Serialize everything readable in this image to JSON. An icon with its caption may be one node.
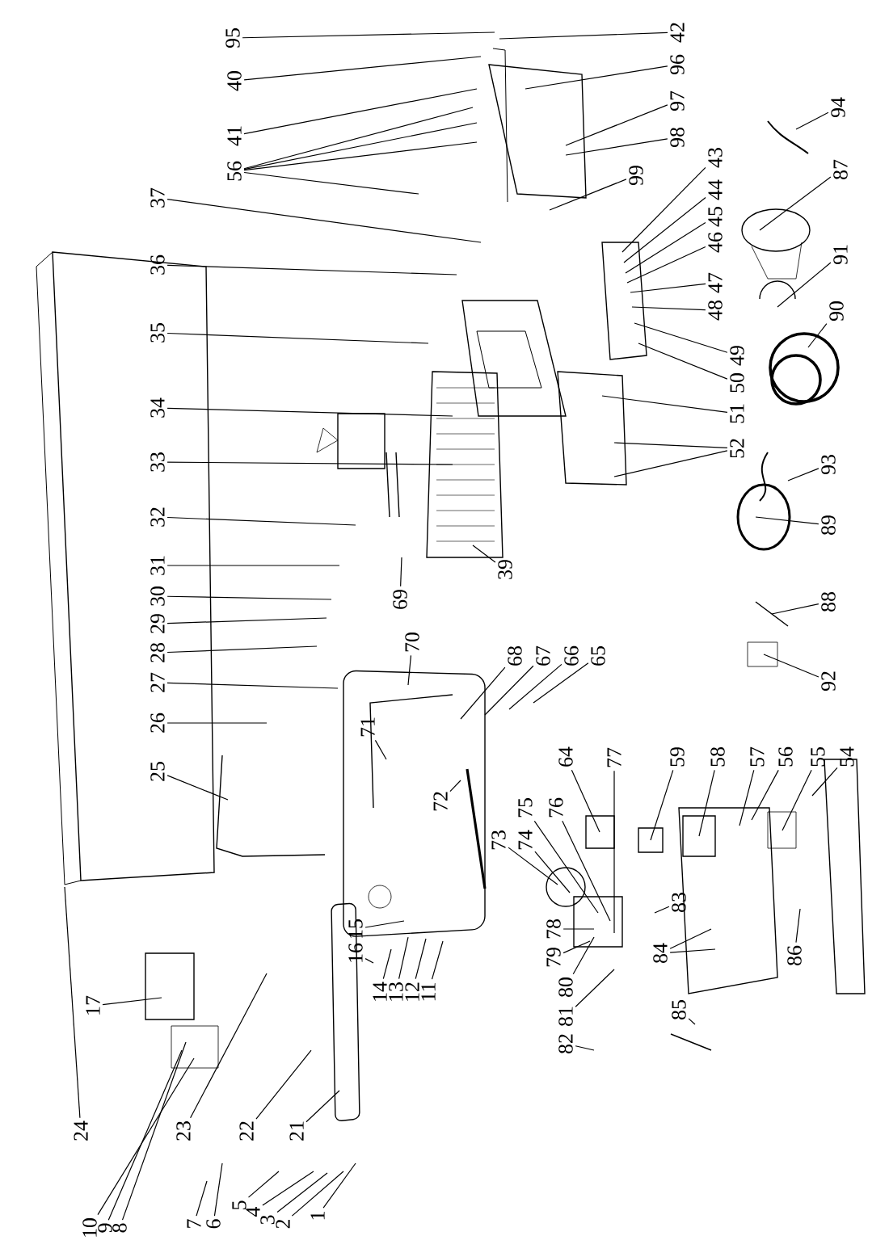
{
  "diagram": {
    "nodes": [
      {
        "text": [
          "1"
        ]
      },
      {
        "text": [
          "2"
        ]
      },
      {
        "text": [
          "3"
        ]
      },
      {
        "text": [
          "4"
        ]
      },
      {
        "text": [
          "5"
        ]
      },
      {
        "text": [
          "6"
        ]
      },
      {
        "text": [
          "7"
        ]
      },
      {
        "text": [
          "8"
        ]
      },
      {
        "text": [
          "9"
        ]
      },
      {
        "text": [
          "10"
        ]
      },
      {
        "text": [
          "11"
        ]
      },
      {
        "text": [
          "12"
        ]
      },
      {
        "text": [
          "13"
        ]
      },
      {
        "text": [
          "14"
        ]
      },
      {
        "text": [
          "15"
        ]
      },
      {
        "text": [
          "16"
        ]
      },
      {
        "text": [
          "17"
        ]
      },
      {
        "text": [
          "21"
        ]
      },
      {
        "text": [
          "22"
        ]
      },
      {
        "text": [
          "23"
        ]
      },
      {
        "text": [
          "24"
        ]
      },
      {
        "text": [
          "25"
        ]
      },
      {
        "text": [
          "26"
        ]
      },
      {
        "text": [
          "27"
        ]
      },
      {
        "text": [
          "28"
        ]
      },
      {
        "text": [
          "29"
        ]
      },
      {
        "text": [
          "30"
        ]
      },
      {
        "text": [
          "31"
        ]
      },
      {
        "text": [
          "32"
        ]
      },
      {
        "text": [
          "33"
        ]
      },
      {
        "text": [
          "34"
        ]
      },
      {
        "text": [
          "35"
        ]
      },
      {
        "text": [
          "36"
        ]
      },
      {
        "text": [
          "37"
        ]
      },
      {
        "text": [
          "39"
        ]
      },
      {
        "text": [
          "40"
        ]
      },
      {
        "text": [
          "41"
        ]
      },
      {
        "text": [
          "42"
        ]
      },
      {
        "text": [
          "43"
        ]
      },
      {
        "text": [
          "44"
        ]
      },
      {
        "text": [
          "45"
        ]
      },
      {
        "text": [
          "46"
        ]
      },
      {
        "text": [
          "47"
        ]
      },
      {
        "text": [
          "48"
        ]
      },
      {
        "text": [
          "49"
        ]
      },
      {
        "text": [
          "50"
        ]
      },
      {
        "text": [
          "51"
        ]
      },
      {
        "text": [
          "52"
        ]
      },
      {
        "text": [
          "54"
        ]
      },
      {
        "text": [
          "55"
        ]
      },
      {
        "text": [
          "56"
        ]
      },
      {
        "text": [
          "56"
        ]
      },
      {
        "text": [
          "57"
        ]
      },
      {
        "text": [
          "58"
        ]
      },
      {
        "text": [
          "59"
        ]
      },
      {
        "text": [
          "64"
        ]
      },
      {
        "text": [
          "65"
        ]
      },
      {
        "text": [
          "66"
        ]
      },
      {
        "text": [
          "67"
        ]
      },
      {
        "text": [
          "68"
        ]
      },
      {
        "text": [
          "69"
        ]
      },
      {
        "text": [
          "70"
        ]
      },
      {
        "text": [
          "71"
        ]
      },
      {
        "text": [
          "72"
        ]
      },
      {
        "text": [
          "73"
        ]
      },
      {
        "text": [
          "74"
        ]
      },
      {
        "text": [
          "75"
        ]
      },
      {
        "text": [
          "76"
        ]
      },
      {
        "text": [
          "77"
        ]
      },
      {
        "text": [
          "78"
        ]
      },
      {
        "text": [
          "79"
        ]
      },
      {
        "text": [
          "80"
        ]
      },
      {
        "text": [
          "81"
        ]
      },
      {
        "text": [
          "82"
        ]
      },
      {
        "text": [
          "83"
        ]
      },
      {
        "text": [
          "84"
        ]
      },
      {
        "text": [
          "85"
        ]
      },
      {
        "text": [
          "86"
        ]
      },
      {
        "text": [
          "87"
        ]
      },
      {
        "text": [
          "88"
        ]
      },
      {
        "text": [
          "89"
        ]
      },
      {
        "text": [
          "90"
        ]
      },
      {
        "text": [
          "91"
        ]
      },
      {
        "text": [
          "92"
        ]
      },
      {
        "text": [
          "93"
        ]
      },
      {
        "text": [
          "94"
        ]
      },
      {
        "text": [
          "95"
        ]
      },
      {
        "text": [
          "96"
        ]
      },
      {
        "text": [
          "97"
        ]
      },
      {
        "text": [
          "98"
        ]
      },
      {
        "text": [
          "99"
        ]
      }
    ],
    "edges": [
      {
        "from": 0,
        "to": null,
        "arrow": "none"
      },
      {
        "from": 1,
        "to": null,
        "arrow": "none"
      },
      {
        "from": 2,
        "to": null,
        "arrow": "none"
      },
      {
        "from": 3,
        "to": null,
        "arrow": "none"
      },
      {
        "from": 4,
        "to": null,
        "arrow": "none"
      },
      {
        "from": 5,
        "to": null,
        "arrow": "none"
      },
      {
        "from": 6,
        "to": null,
        "arrow": "none"
      },
      {
        "from": 7,
        "to": null,
        "arrow": "none"
      },
      {
        "from": 8,
        "to": null,
        "arrow": "none"
      },
      {
        "from": 9,
        "to": null,
        "arrow": "none"
      },
      {
        "from": 10,
        "to": null,
        "arrow": "none"
      },
      {
        "from": 11,
        "to": null,
        "arrow": "none"
      },
      {
        "from": 12,
        "to": null,
        "arrow": "none"
      },
      {
        "from": 13,
        "to": null,
        "arrow": "none"
      },
      {
        "from": 14,
        "to": null,
        "arrow": "none"
      },
      {
        "from": 15,
        "to": null,
        "arrow": "none"
      },
      {
        "from": 16,
        "to": null,
        "arrow": "none"
      },
      {
        "from": 17,
        "to": null,
        "arrow": "none"
      },
      {
        "from": 18,
        "to": null,
        "arrow": "none"
      },
      {
        "from": 19,
        "to": null,
        "arrow": "none"
      },
      {
        "from": 20,
        "to": null,
        "arrow": "none"
      },
      {
        "from": 21,
        "to": null,
        "arrow": "none"
      },
      {
        "from": 22,
        "to": null,
        "arrow": "none"
      },
      {
        "from": 23,
        "to": null,
        "arrow": "none"
      },
      {
        "from": 24,
        "to": null,
        "arrow": "none"
      },
      {
        "from": 25,
        "to": null,
        "arrow": "none"
      },
      {
        "from": 26,
        "to": null,
        "arrow": "none"
      },
      {
        "from": 27,
        "to": null,
        "arrow": "none"
      },
      {
        "from": 28,
        "to": null,
        "arrow": "none"
      },
      {
        "from": 29,
        "to": null,
        "arrow": "none"
      },
      {
        "from": 30,
        "to": null,
        "arrow": "none"
      },
      {
        "from": 31,
        "to": null,
        "arrow": "none"
      },
      {
        "from": 32,
        "to": null,
        "arrow": "none"
      },
      {
        "from": 33,
        "to": null,
        "arrow": "none"
      },
      {
        "from": 34,
        "to": null,
        "arrow": "none"
      },
      {
        "from": 35,
        "to": null,
        "arrow": "none"
      },
      {
        "from": 36,
        "to": null,
        "arrow": "none"
      },
      {
        "from": 37,
        "to": null,
        "arrow": "none"
      },
      {
        "from": 38,
        "to": null,
        "arrow": "none"
      },
      {
        "from": 39,
        "to": null,
        "arrow": "none"
      },
      {
        "from": 40,
        "to": null,
        "arrow": "none"
      },
      {
        "from": 41,
        "to": null,
        "arrow": "none"
      },
      {
        "from": 42,
        "to": null,
        "arrow": "none"
      },
      {
        "from": 43,
        "to": null,
        "arrow": "none"
      },
      {
        "from": 44,
        "to": null,
        "arrow": "none"
      },
      {
        "from": 45,
        "to": null,
        "arrow": "none"
      },
      {
        "from": 46,
        "to": null,
        "arrow": "none"
      },
      {
        "from": 47,
        "to": null,
        "arrow": "none"
      },
      {
        "from": 47,
        "to": null,
        "arrow": "none"
      },
      {
        "from": 48,
        "to": null,
        "arrow": "none"
      },
      {
        "from": 49,
        "to": null,
        "arrow": "none"
      },
      {
        "from": 50,
        "to": null,
        "arrow": "none"
      },
      {
        "from": 50,
        "to": null,
        "arrow": "none"
      },
      {
        "from": 50,
        "to": null,
        "arrow": "none"
      },
      {
        "from": 50,
        "to": null,
        "arrow": "none"
      },
      {
        "from": 51,
        "to": null,
        "arrow": "none"
      },
      {
        "from": 52,
        "to": null,
        "arrow": "none"
      },
      {
        "from": 53,
        "to": null,
        "arrow": "none"
      },
      {
        "from": 54,
        "to": null,
        "arrow": "none"
      },
      {
        "from": 55,
        "to": null,
        "arrow": "none"
      },
      {
        "from": 56,
        "to": null,
        "arrow": "none"
      },
      {
        "from": 57,
        "to": null,
        "arrow": "none"
      },
      {
        "from": 58,
        "to": null,
        "arrow": "none"
      },
      {
        "from": 59,
        "to": null,
        "arrow": "none"
      },
      {
        "from": 60,
        "to": null,
        "arrow": "none"
      },
      {
        "from": 61,
        "to": null,
        "arrow": "none"
      },
      {
        "from": 62,
        "to": null,
        "arrow": "none"
      },
      {
        "from": 63,
        "to": null,
        "arrow": "none"
      },
      {
        "from": 64,
        "to": null,
        "arrow": "none"
      },
      {
        "from": 65,
        "to": null,
        "arrow": "none"
      },
      {
        "from": 66,
        "to": null,
        "arrow": "none"
      },
      {
        "from": 67,
        "to": null,
        "arrow": "none"
      },
      {
        "from": 68,
        "to": null,
        "arrow": "none"
      },
      {
        "from": 69,
        "to": null,
        "arrow": "none"
      },
      {
        "from": 70,
        "to": null,
        "arrow": "none"
      },
      {
        "from": 71,
        "to": null,
        "arrow": "none"
      },
      {
        "from": 72,
        "to": null,
        "arrow": "none"
      },
      {
        "from": 73,
        "to": null,
        "arrow": "none"
      },
      {
        "from": 74,
        "to": null,
        "arrow": "none"
      },
      {
        "from": 75,
        "to": null,
        "arrow": "none"
      },
      {
        "from": 75,
        "to": null,
        "arrow": "none"
      },
      {
        "from": 76,
        "to": null,
        "arrow": "none"
      },
      {
        "from": 77,
        "to": null,
        "arrow": "none"
      },
      {
        "from": 78,
        "to": null,
        "arrow": "none"
      },
      {
        "from": 79,
        "to": null,
        "arrow": "none"
      },
      {
        "from": 80,
        "to": null,
        "arrow": "none"
      },
      {
        "from": 81,
        "to": null,
        "arrow": "none"
      },
      {
        "from": 82,
        "to": null,
        "arrow": "none"
      },
      {
        "from": 83,
        "to": null,
        "arrow": "none"
      },
      {
        "from": 84,
        "to": null,
        "arrow": "none"
      },
      {
        "from": 85,
        "to": null,
        "arrow": "none"
      },
      {
        "from": 86,
        "to": null,
        "arrow": "none"
      },
      {
        "from": 87,
        "to": null,
        "arrow": "none"
      },
      {
        "from": 88,
        "to": null,
        "arrow": "none"
      },
      {
        "from": 89,
        "to": null,
        "arrow": "none"
      },
      {
        "from": 90,
        "to": null,
        "arrow": "none"
      }
    ]
  }
}
